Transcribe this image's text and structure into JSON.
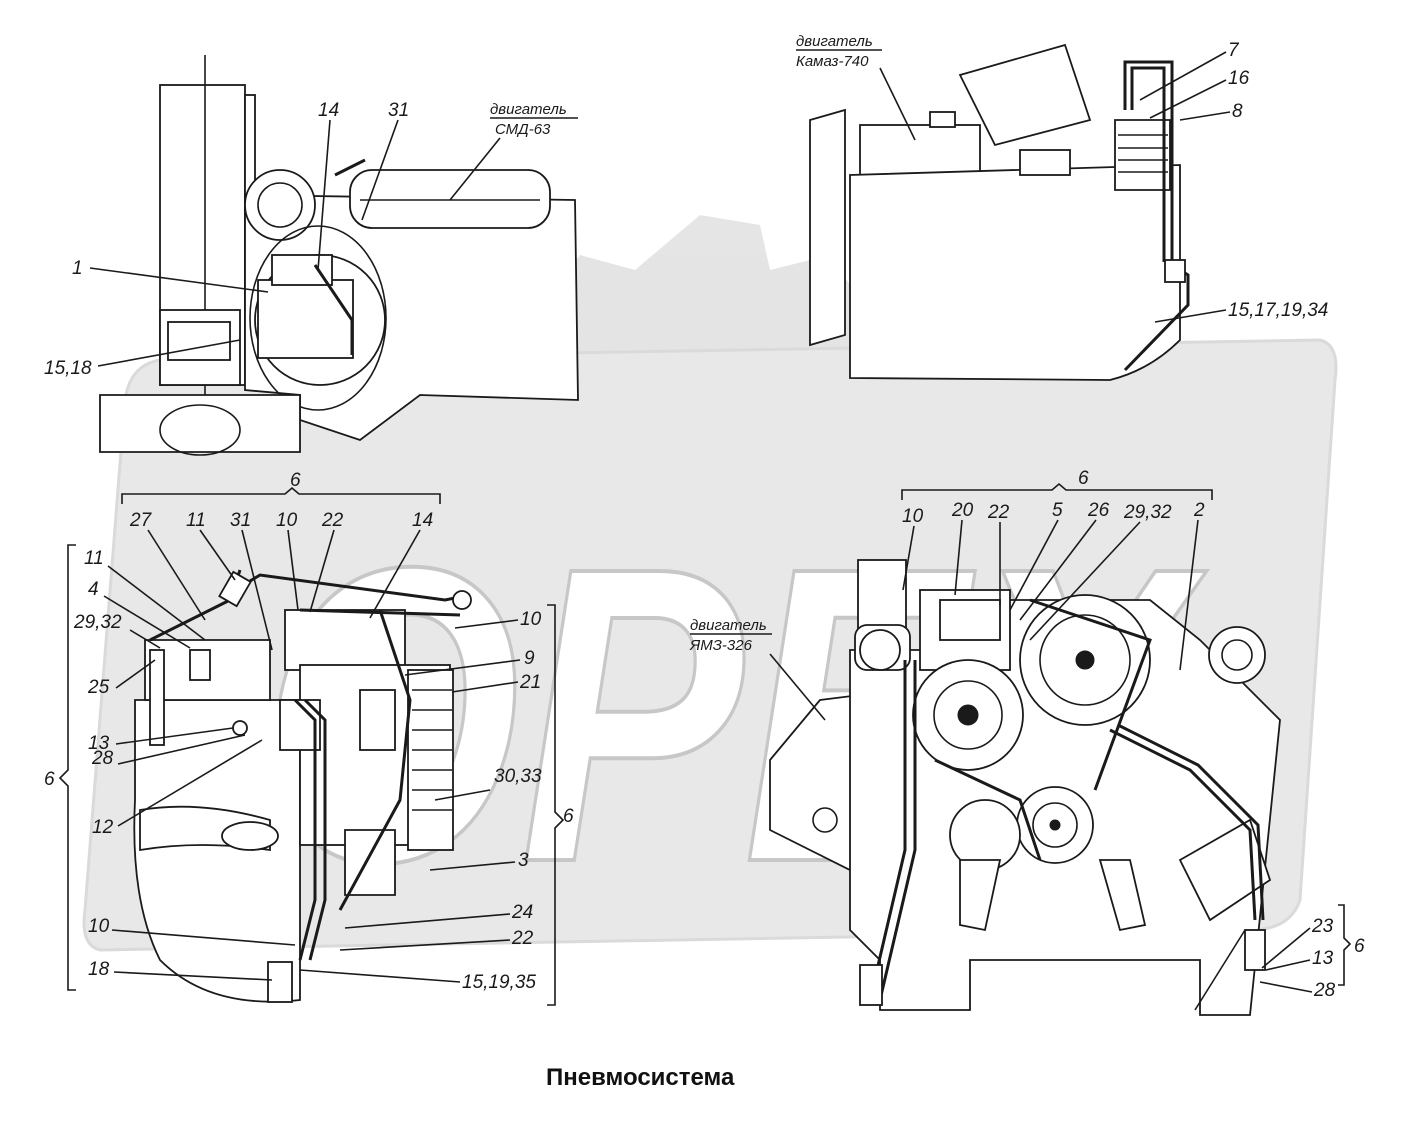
{
  "caption": "Пневмосистема",
  "watermark": {
    "text": "OPEX",
    "color": "#c8c8c8"
  },
  "views": {
    "top_left": {
      "engine_label": [
        "двигатель",
        "СМД-63"
      ],
      "callouts": [
        "14",
        "31",
        "1",
        "15,18"
      ]
    },
    "top_right": {
      "engine_label": [
        "двигатель",
        "Камаз-740"
      ],
      "callouts": [
        "7",
        "16",
        "8",
        "15,17,19,34"
      ]
    },
    "bottom_left": {
      "brace_top": "6",
      "brace_left": "6",
      "brace_right": "6",
      "callouts": [
        "27",
        "11",
        "31",
        "10",
        "22",
        "14",
        "11",
        "4",
        "29,32",
        "25",
        "13",
        "28",
        "12",
        "10",
        "9",
        "21",
        "30,33",
        "3",
        "24",
        "22",
        "10",
        "18",
        "15,19,35"
      ]
    },
    "bottom_right": {
      "engine_label": [
        "двигатель",
        "ЯМЗ-326"
      ],
      "brace_top": "6",
      "brace_right": "6",
      "callouts": [
        "10",
        "20",
        "22",
        "5",
        "26",
        "29,32",
        "2",
        "23",
        "13",
        "28"
      ]
    }
  }
}
